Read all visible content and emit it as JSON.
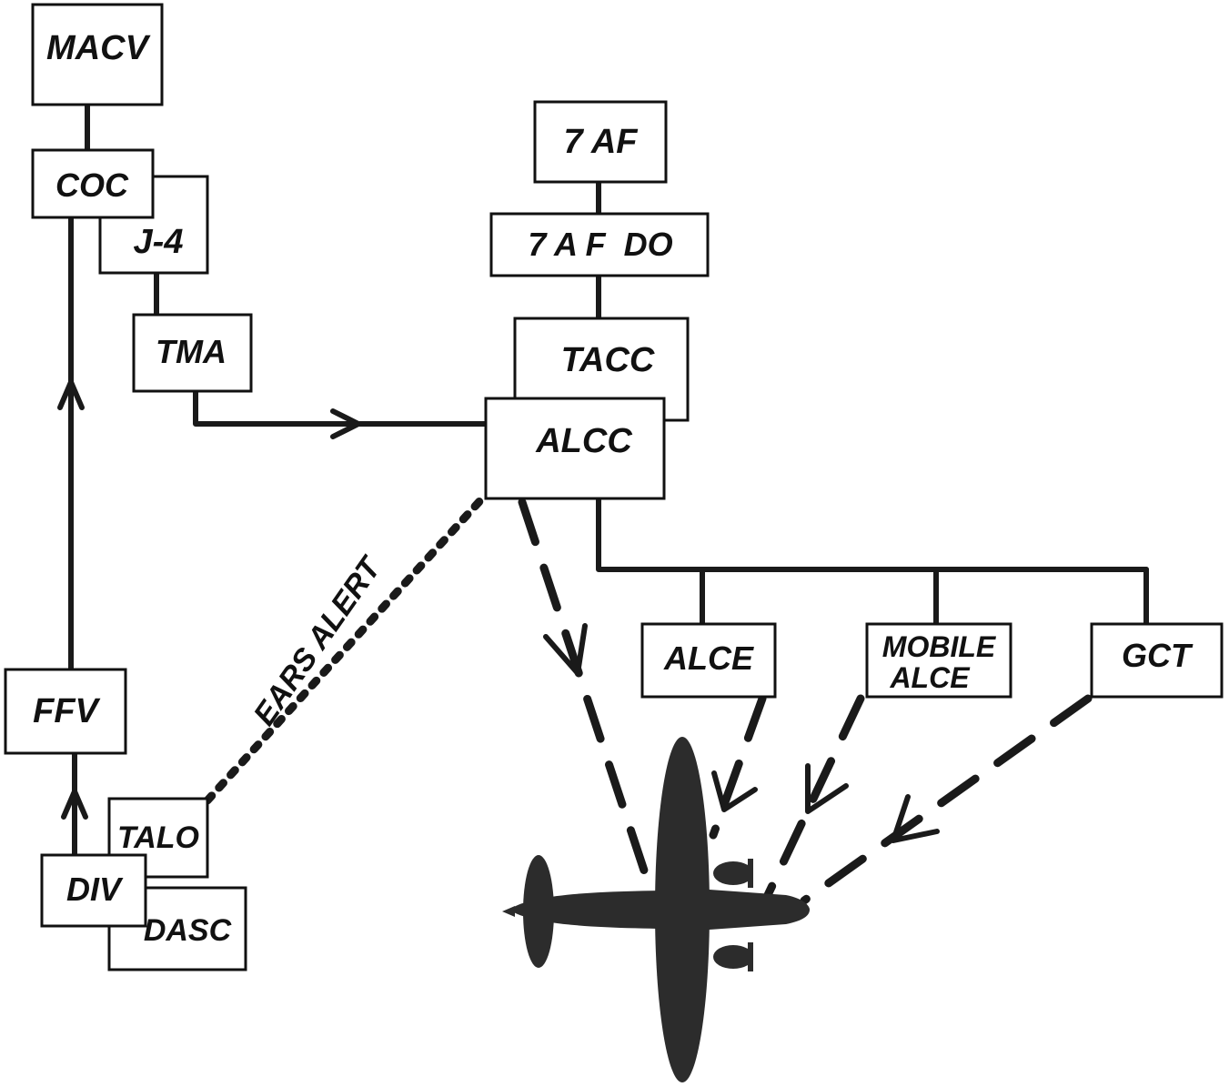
{
  "nodes": {
    "macv": "MACV",
    "coc": "COC",
    "j4": "J-4",
    "tma": "TMA",
    "ffv": "FFV",
    "talo": "TALO",
    "div": "DIV",
    "dasc": "DASC",
    "af7": "7 AF",
    "af7do": "7 A F  DO",
    "tacc": "TACC",
    "alcc": "ALCC",
    "alce": "ALCE",
    "mobile_alce_line1": "MOBILE",
    "mobile_alce_line2": "ALCE",
    "gct": "GCT"
  },
  "links": {
    "ears_alert": "EARS ALERT"
  },
  "icons": {
    "aircraft": "cargo-plane-silhouette-icon"
  },
  "colors": {
    "ink": "#1a1a1a",
    "paper": "#ffffff",
    "plane": "#2c2c2c"
  }
}
